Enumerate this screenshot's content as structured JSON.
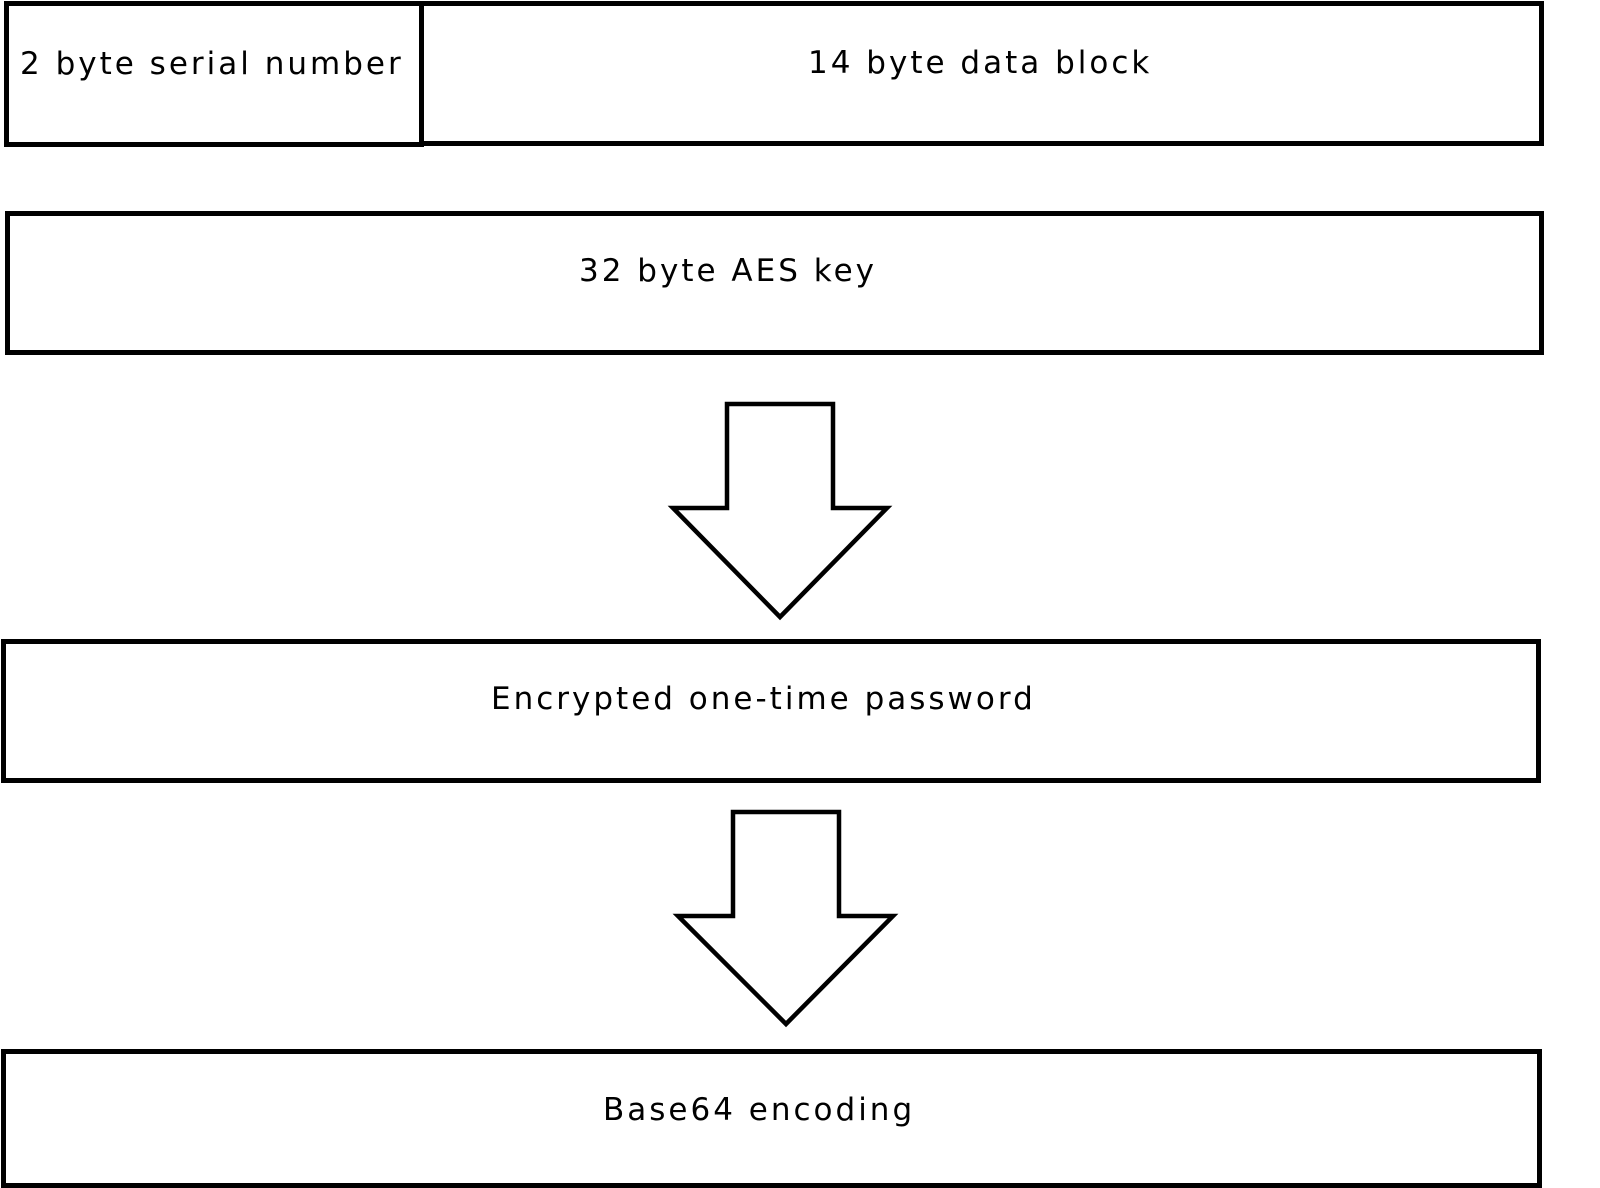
{
  "diagram": {
    "row1": {
      "serial_label": "2 byte serial number",
      "data_label": "14 byte data block"
    },
    "key_label": "32 byte AES key",
    "encrypted_label": "Encrypted one-time password",
    "encoding_label": "Base64 encoding"
  },
  "colors": {
    "stroke": "#000000",
    "fill": "#ffffff"
  },
  "icons": {
    "arrow": "down-arrow-outline"
  }
}
